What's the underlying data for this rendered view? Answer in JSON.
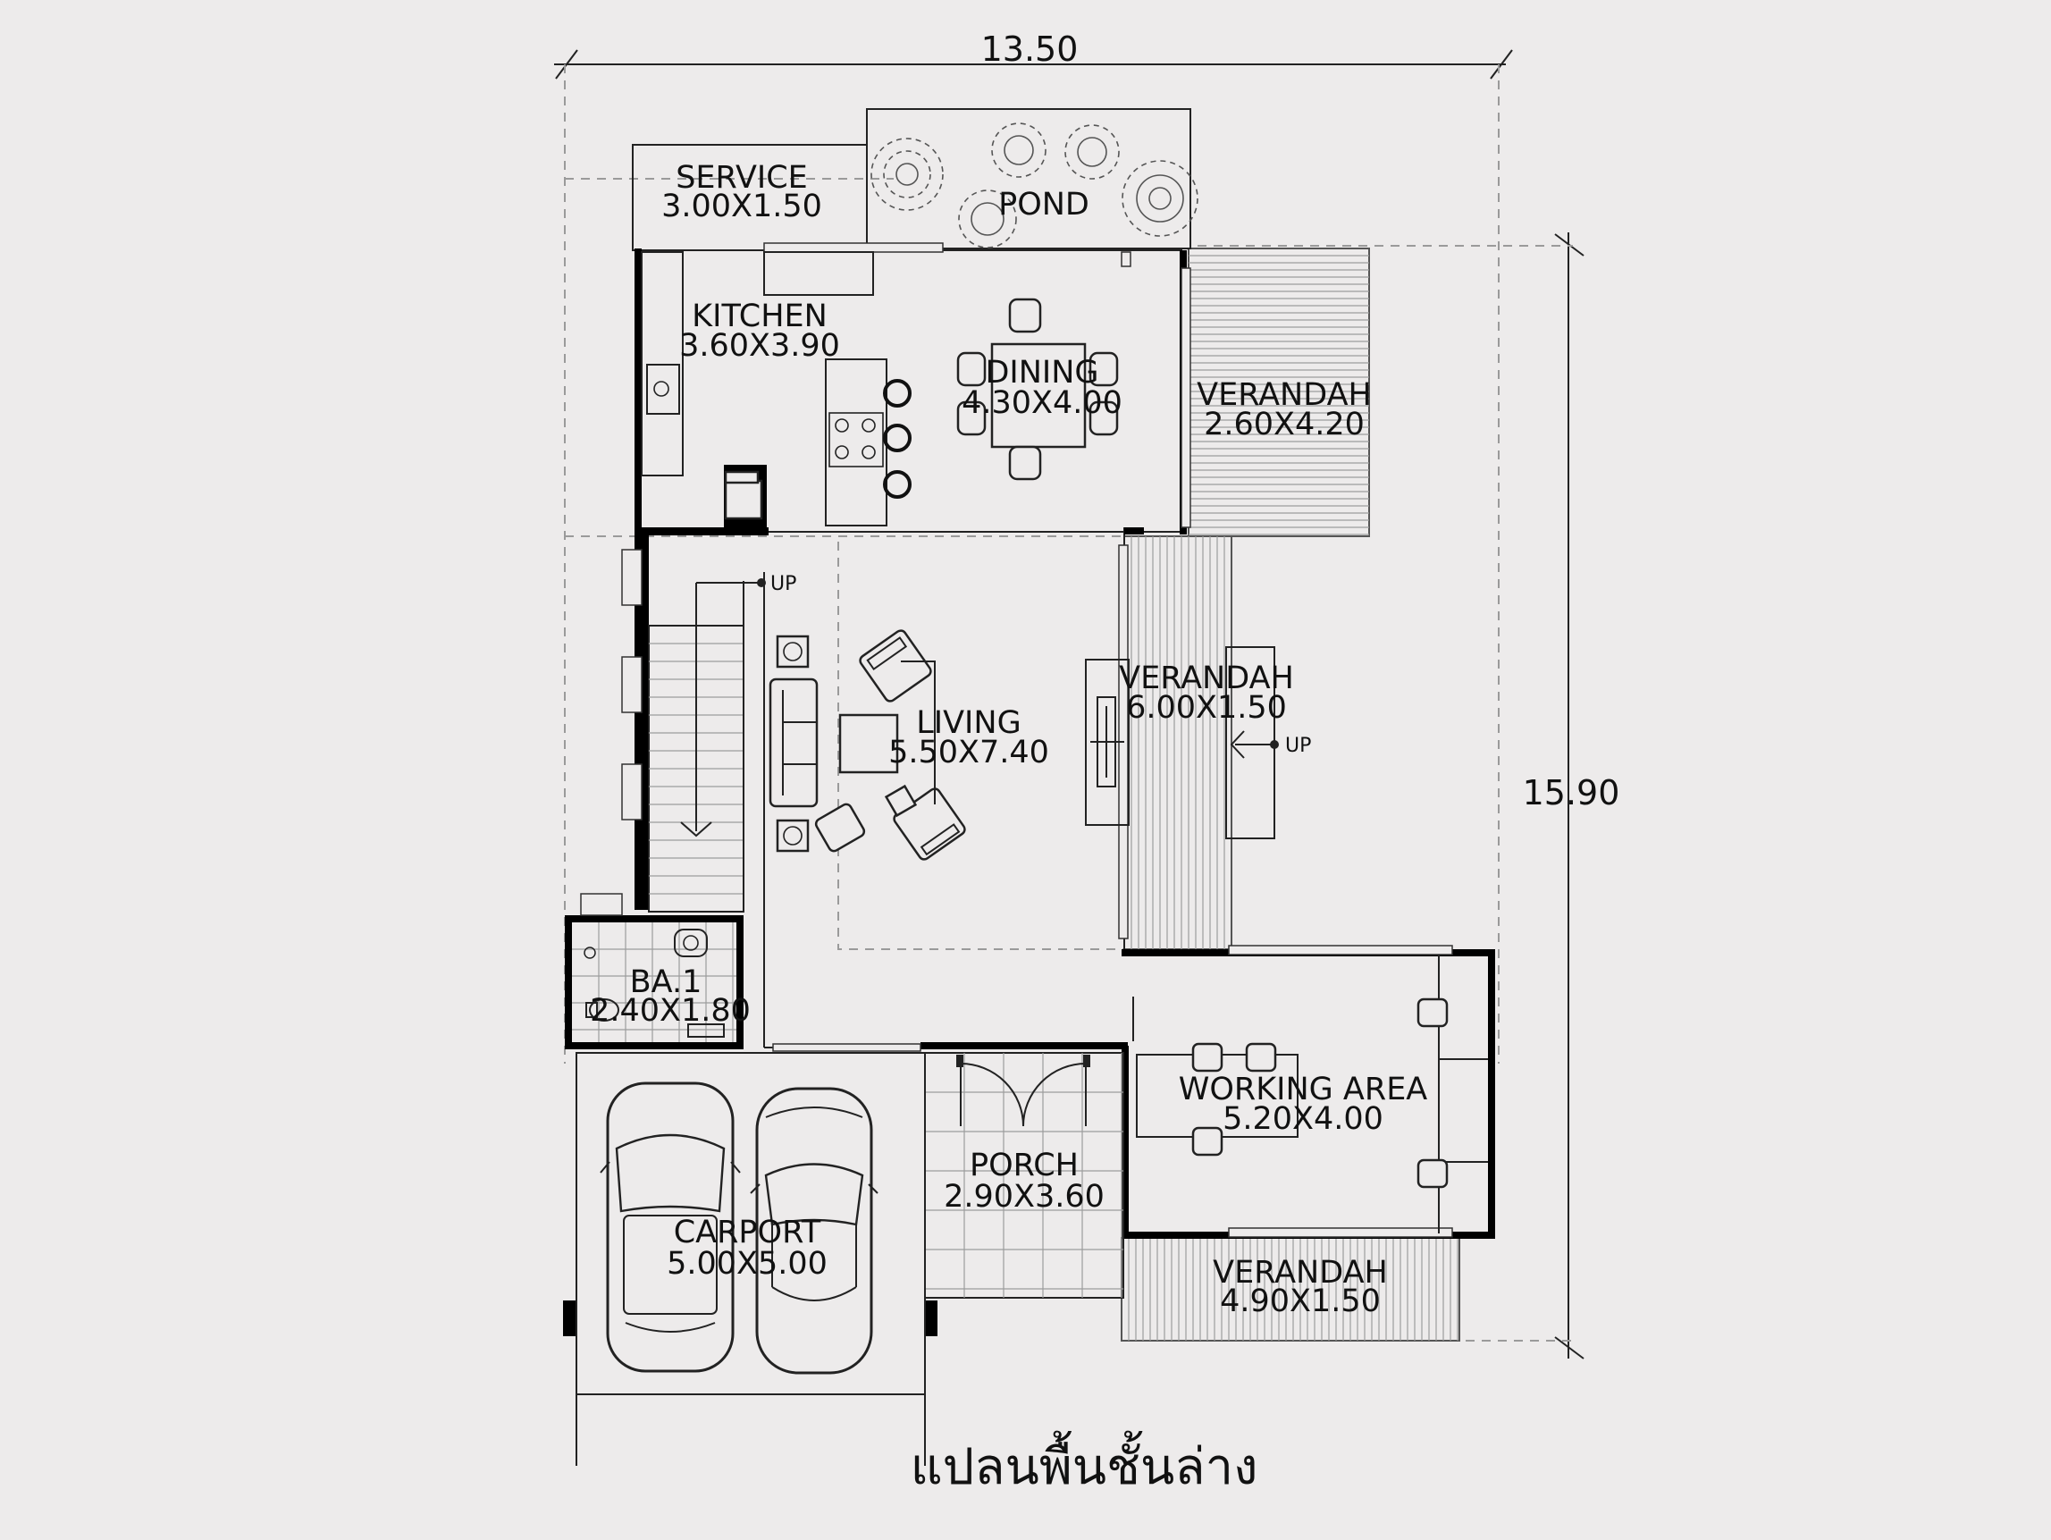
{
  "dimensions": {
    "width": "13.50",
    "depth": "15.90"
  },
  "rooms": {
    "service": {
      "name": "SERVICE",
      "size": "3.00X1.50"
    },
    "pond": {
      "name": "POND"
    },
    "kitchen": {
      "name": "KITCHEN",
      "size": "3.60X3.90"
    },
    "dining": {
      "name": "DINING",
      "size": "4.30X4.00"
    },
    "verandah_1": {
      "name": "VERANDAH",
      "size": "2.60X4.20"
    },
    "living": {
      "name": "LIVING",
      "size": "5.50X7.40"
    },
    "verandah_2": {
      "name": "VERANDAH",
      "size": "6.00X1.50"
    },
    "bath": {
      "name": "BA.1",
      "size": "2.40X1.80"
    },
    "working_area": {
      "name": "WORKING AREA",
      "size": "5.20X4.00"
    },
    "porch": {
      "name": "PORCH",
      "size": "2.90X3.60"
    },
    "carport": {
      "name": "CARPORT",
      "size": "5.00X5.00"
    },
    "verandah_3": {
      "name": "VERANDAH",
      "size": "4.90X1.50"
    }
  },
  "stair_up_label": "UP",
  "verandah_up_label": "UP",
  "plan_title": "แปลนพื้นชั้นล่าง"
}
